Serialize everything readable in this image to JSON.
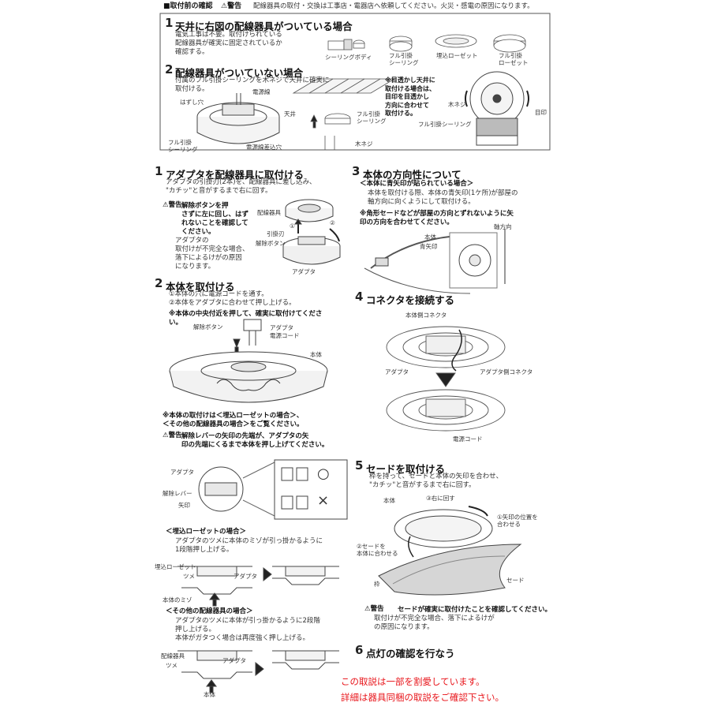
{
  "top": {
    "title": "■取付前の確認",
    "warning_label": "⚠警告",
    "warning_text": "配線器具の取付・交換は工事店・電器店へ依頼してください。火災・感電の原因になります。"
  },
  "pre": {
    "s1": {
      "num": "1",
      "title": "天井に右図の配線器具がついている場合",
      "body": "電気工事は不要。取付けられている\n配線器具が確実に固定されているか\n確認する。",
      "devices": [
        "シーリングボディ",
        "フル引掛\nシーリング",
        "埋込ローゼット",
        "フル引掛\nローゼット"
      ]
    },
    "s2": {
      "num": "2",
      "title": "配線器具がついていない場合",
      "body": "付属のフル引掛シーリングを木ネジで天井に確実に\n取付ける。",
      "labels": {
        "hole": "はずし穴",
        "wire": "電源線",
        "ceiling_left": "フル引掛\nシーリング",
        "wire_hole": "電源線差込穴",
        "tenjo": "天井",
        "ceiling_mid": "フル引掛\nシーリング",
        "screw": "木ネジ",
        "screw_r": "木ネジ",
        "mark": "目印",
        "ceiling_r": "フル引掛シーリング"
      },
      "note": "※目透かし天井に\n取付ける場合は、\n目印を目透かし\n方向に合わせて\n取付ける。"
    }
  },
  "steps": {
    "s1": {
      "num": "1",
      "title": "アダプタを配線器具に取付ける",
      "body": "アダプタの引掛刃(2本)を、配線器具に差し込み、\n\"カチッ\"と音がするまで右に回す。",
      "warn_label": "⚠警告",
      "warn_bold": "解除ボタンを押\nさずに左に回し、はず\nれないことを確認して\nください。",
      "warn_text": "アダプタの\n取付けが不完全な場合、\n落下によるけがの原因\nになります。",
      "labels": {
        "fixture": "配線器具",
        "blade": "引掛刃",
        "release": "解除ボタン",
        "adapter": "アダプタ",
        "c1": "①",
        "c2": "②"
      }
    },
    "s2": {
      "num": "2",
      "title": "本体を取付ける",
      "body": "①本体の穴に電源コードを通す。\n②本体をアダプタに合わせて押し上げる。",
      "note_bold": "※本体の中央付近を押して、確実に取付けてくださ\nい。",
      "labels": {
        "release": "解除ボタン",
        "adapter": "アダプタ",
        "cord": "電源コード",
        "body": "本体"
      },
      "note2": "※本体の取付けは＜埋込ローゼットの場合＞、\n＜その他の配線器具の場合＞をご覧ください。",
      "warn_label": "⚠警告",
      "warn_bold": "解除レバーの矢印の先端が、アダプタの矢\n印の先端にくるまで本体を押し上げてください。",
      "lever_labels": {
        "adapter": "アダプタ",
        "lever": "解除レバー",
        "arrow": "矢印"
      },
      "mark_ok": "○",
      "mark_ng": "×",
      "embed": {
        "title": "＜埋込ローゼットの場合＞",
        "body": "アダプタのツメに本体のミゾが引っ掛かるように\n1段階押し上げる。",
        "labels": {
          "rosette": "埋込ローゼット",
          "claw": "ツメ",
          "adapter": "アダプタ",
          "groove": "本体のミゾ"
        }
      },
      "other": {
        "title": "＜その他の配線器具の場合＞",
        "body": "アダプタのツメに本体が引っ掛かるように2段階\n押し上げる。\n本体がガタつく場合は再度強く押し上げる。",
        "labels": {
          "fixture": "配線器具",
          "claw": "ツメ",
          "adapter": "アダプタ",
          "body": "本体"
        }
      }
    },
    "s3": {
      "num": "3",
      "title": "本体の方向性について",
      "sub": "＜本体に青矢印が貼られている場合＞",
      "body": "本体を取付ける際、本体の青矢印(1ケ所)が部屋の\n軸方向に向くようにして取付ける。",
      "note_bold": "※角形セードなどが部屋の方向とずれないように矢\n印の方向を合わせてください。",
      "labels": {
        "body": "本体",
        "arrow": "青矢印",
        "axis": "軸方向"
      }
    },
    "s4": {
      "num": "4",
      "title": "コネクタを接続する",
      "labels": {
        "body_conn": "本体側コネクタ",
        "adapter": "アダプタ",
        "adapter_conn": "アダプタ側コネクタ",
        "cord": "電源コード"
      }
    },
    "s5": {
      "num": "5",
      "title": "セードを取付ける",
      "body": "枠を持って、セードと本体の矢印を合わせ、\n\"カチッ\"と音がするまで右に回す。",
      "labels": {
        "body": "本体",
        "turn": "③右に回す",
        "align1": "①矢印の位置を\n合わせる",
        "align2": "②セードを\n本体に合わせる",
        "frame": "枠",
        "shade": "セード"
      },
      "warn_label": "⚠警告",
      "warn_bold": "セードが確実に取付けたことを確認してください。",
      "warn_text": "取付けが不完全な場合、落下によるけが\nの原因になります。"
    },
    "s6": {
      "num": "6",
      "title": "点灯の確認を行なう"
    }
  },
  "footer": {
    "line1": "この取説は一部を割愛しています。",
    "line2": "詳細は器具同梱の取説をご確認下さい。",
    "color": "#e8141a"
  }
}
